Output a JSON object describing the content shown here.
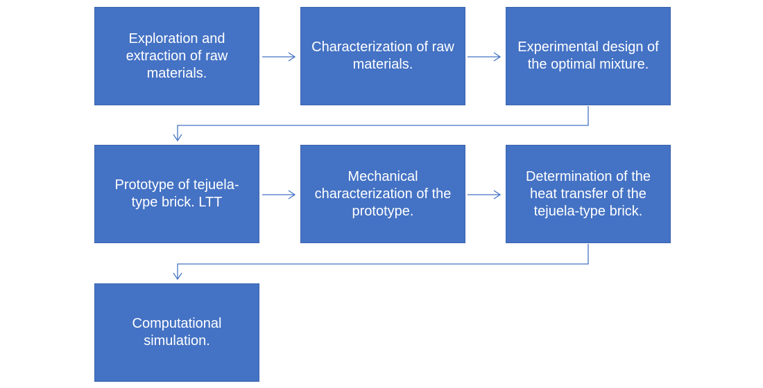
{
  "colors": {
    "node_fill": "#4472C4",
    "node_text": "#FFFFFF",
    "connector": "#4472C4"
  },
  "nodes": [
    {
      "id": "exploration",
      "label": "Exploration and extraction of raw materials."
    },
    {
      "id": "characterization",
      "label": "Characterization of raw materials."
    },
    {
      "id": "experimental-design",
      "label": "Experimental design of the optimal mixture."
    },
    {
      "id": "prototype",
      "label": "Prototype of tejuela-type brick. LTT"
    },
    {
      "id": "mechanical",
      "label": "Mechanical characterization of the prototype."
    },
    {
      "id": "heat-transfer",
      "label": "Determination of the heat transfer of the tejuela-type brick."
    },
    {
      "id": "simulation",
      "label": "Computational simulation."
    }
  ],
  "edges": [
    {
      "from": "exploration",
      "to": "characterization"
    },
    {
      "from": "characterization",
      "to": "experimental-design"
    },
    {
      "from": "experimental-design",
      "to": "prototype"
    },
    {
      "from": "prototype",
      "to": "mechanical"
    },
    {
      "from": "mechanical",
      "to": "heat-transfer"
    },
    {
      "from": "heat-transfer",
      "to": "simulation"
    }
  ]
}
